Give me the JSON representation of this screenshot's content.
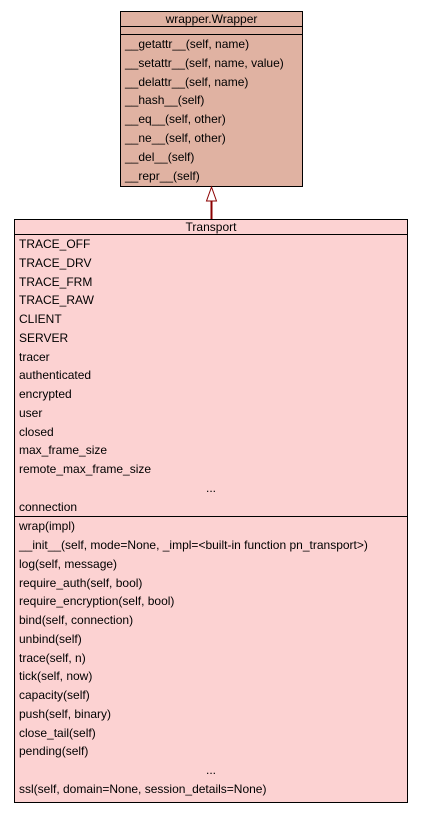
{
  "colors": {
    "parent_fill": "#e0b2a2",
    "child_fill": "#fcd2d2",
    "arrow": "#8b0000"
  },
  "parent_class": {
    "name": "wrapper.Wrapper",
    "attributes": [],
    "methods": [
      "__getattr__(self, name)",
      "__setattr__(self, name, value)",
      "__delattr__(self, name)",
      "__hash__(self)",
      "__eq__(self, other)",
      "__ne__(self, other)",
      "__del__(self)",
      "__repr__(self)"
    ]
  },
  "child_class": {
    "name": "Transport",
    "attributes": [
      "TRACE_OFF",
      "TRACE_DRV",
      "TRACE_FRM",
      "TRACE_RAW",
      "CLIENT",
      "SERVER",
      "tracer",
      "authenticated",
      "encrypted",
      "user",
      "closed",
      "max_frame_size",
      "remote_max_frame_size",
      "...",
      "connection"
    ],
    "methods": [
      "wrap(impl)",
      "__init__(self, mode=None, _impl=<built-in function pn_transport>)",
      "log(self, message)",
      "require_auth(self, bool)",
      "require_encryption(self, bool)",
      "bind(self, connection)",
      "unbind(self)",
      "trace(self, n)",
      "tick(self, now)",
      "capacity(self)",
      "push(self, binary)",
      "close_tail(self)",
      "pending(self)",
      "...",
      "ssl(self, domain=None, session_details=None)"
    ]
  },
  "relation": "inheritance"
}
